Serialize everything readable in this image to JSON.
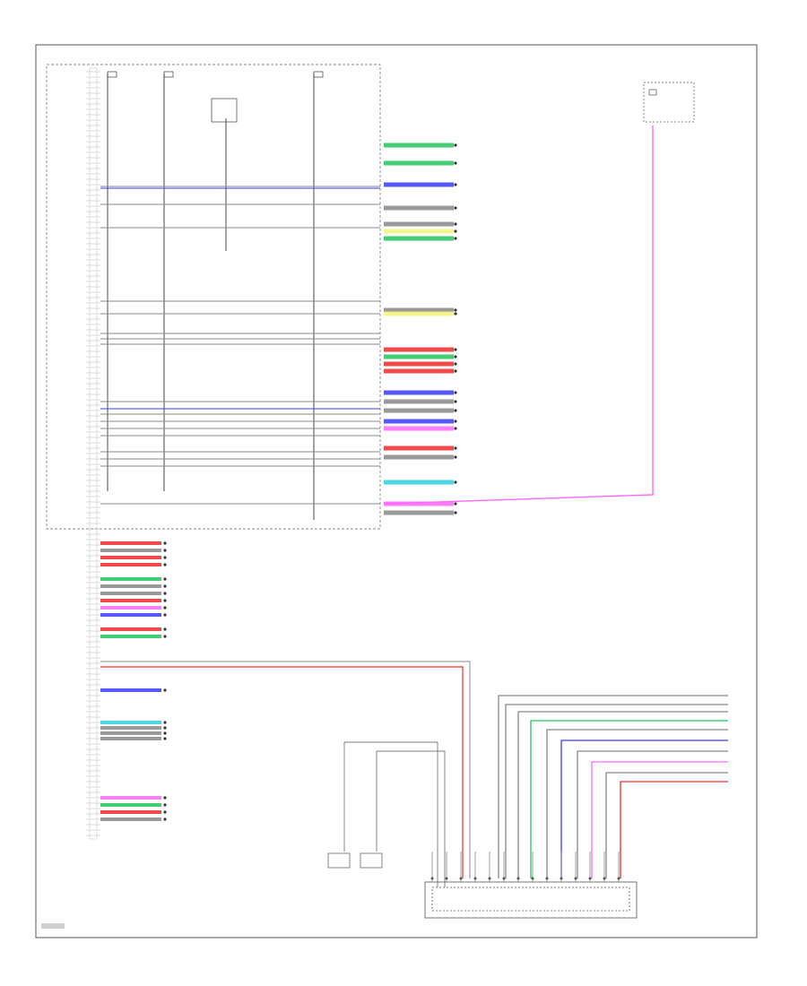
{
  "figure_id": "",
  "colors": {
    "background": "#ffffff",
    "frame": "#555555",
    "wire_default": "#666666",
    "green": "#22c55e",
    "blue": "#3b3bff",
    "yellow": "#f3f37a",
    "red": "#ef2a2a",
    "pink": "#ff66ff",
    "cyan": "#2ecfe0",
    "gray": "#888888"
  },
  "main_wires": [
    {
      "color": "gray"
    },
    {
      "color": "gray"
    },
    {
      "color": "blue"
    },
    {
      "color": "gray"
    },
    {
      "color": "gray"
    },
    {
      "color": "gray"
    },
    {
      "color": "gray"
    },
    {
      "color": "gray"
    },
    {
      "color": "gray"
    },
    {
      "color": "gray"
    },
    {
      "color": "blue"
    },
    {
      "color": "gray"
    },
    {
      "color": "gray"
    },
    {
      "color": "gray"
    },
    {
      "color": "gray"
    },
    {
      "color": "gray"
    },
    {
      "color": "gray"
    },
    {
      "color": "gray"
    },
    {
      "color": "gray"
    }
  ],
  "right_connectors": [
    {
      "color": "green"
    },
    {
      "color": "green"
    },
    {
      "color": "blue"
    },
    {
      "color": "gray"
    },
    {
      "color": "gray"
    },
    {
      "color": "yellow"
    },
    {
      "color": "green"
    },
    {
      "color": "gray"
    },
    {
      "color": "yellow"
    },
    {
      "color": "red"
    },
    {
      "color": "green"
    },
    {
      "color": "red"
    },
    {
      "color": "red"
    },
    {
      "color": "blue"
    },
    {
      "color": "gray"
    },
    {
      "color": "gray"
    },
    {
      "color": "blue"
    },
    {
      "color": "pink"
    },
    {
      "color": "red"
    },
    {
      "color": "gray"
    },
    {
      "color": "cyan"
    },
    {
      "color": "pink"
    },
    {
      "color": "gray"
    }
  ],
  "left_connectors": [
    {
      "color": "red"
    },
    {
      "color": "gray"
    },
    {
      "color": "red"
    },
    {
      "color": "red"
    },
    {
      "color": "green"
    },
    {
      "color": "gray"
    },
    {
      "color": "gray"
    },
    {
      "color": "red"
    },
    {
      "color": "pink"
    },
    {
      "color": "blue"
    },
    {
      "color": "red"
    },
    {
      "color": "green"
    },
    {
      "color": "blue"
    },
    {
      "color": "cyan"
    },
    {
      "color": "gray"
    },
    {
      "color": "gray"
    },
    {
      "color": "gray"
    },
    {
      "color": "pink"
    },
    {
      "color": "green"
    },
    {
      "color": "red"
    },
    {
      "color": "gray"
    }
  ],
  "harness_wires": [
    {
      "color": "gray"
    },
    {
      "color": "gray"
    },
    {
      "color": "gray"
    },
    {
      "color": "green"
    },
    {
      "color": "gray"
    },
    {
      "color": "blue"
    },
    {
      "color": "gray"
    },
    {
      "color": "pink"
    },
    {
      "color": "gray"
    },
    {
      "color": "red"
    }
  ]
}
